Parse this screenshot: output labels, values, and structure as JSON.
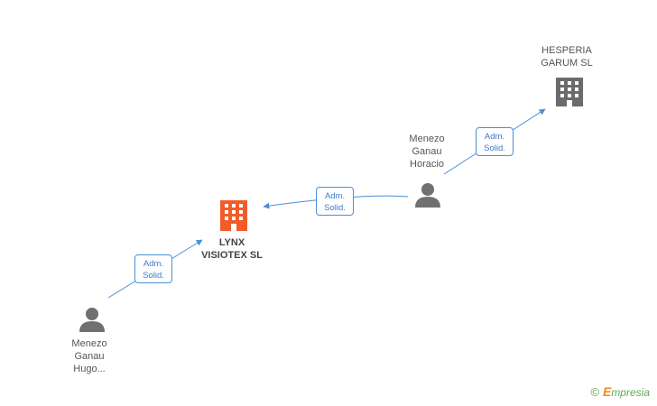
{
  "nodes": {
    "hesperia": {
      "lines": [
        "HESPERIA",
        "GARUM SL"
      ],
      "kind": "company",
      "color": "#6b6b6b"
    },
    "lynx": {
      "lines": [
        "LYNX",
        "VISIOTEX SL"
      ],
      "kind": "company-main",
      "color": "#f25c2a"
    },
    "horacio": {
      "lines": [
        "Menezo",
        "Ganau",
        "Horacio"
      ],
      "kind": "person",
      "color": "#707070"
    },
    "hugo": {
      "lines": [
        "Menezo",
        "Ganau",
        "Hugo..."
      ],
      "kind": "person",
      "color": "#707070"
    }
  },
  "relations": {
    "horacio_hesperia": [
      "Adm.",
      "Solid."
    ],
    "horacio_lynx": [
      "Adm.",
      "Solid."
    ],
    "hugo_lynx": [
      "Adm.",
      "Solid."
    ]
  },
  "colors": {
    "edge": "#4a8fd8"
  },
  "brand": {
    "copyright": "©",
    "e": "E",
    "name": "mpresia"
  }
}
